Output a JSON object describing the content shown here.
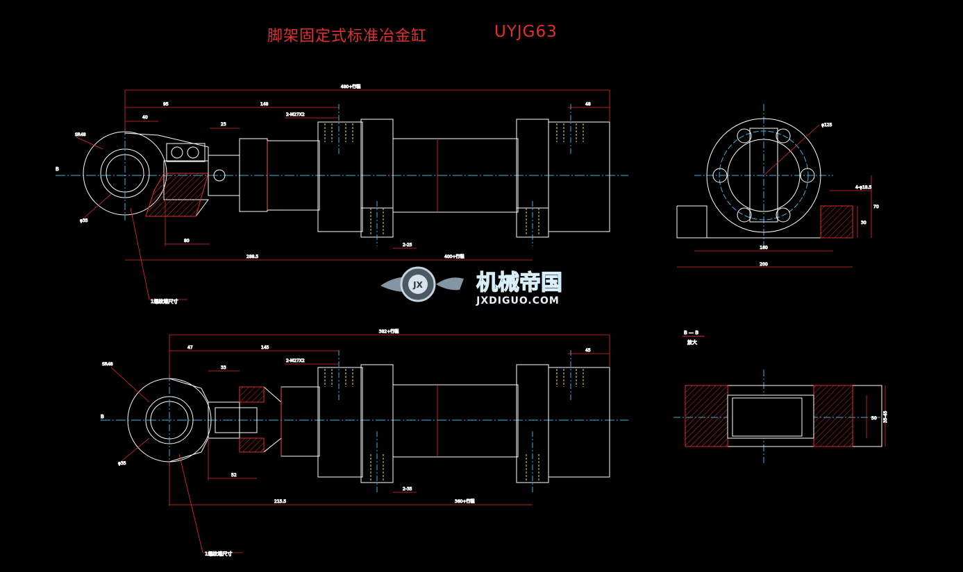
{
  "drawing": {
    "title_cn": "脚架固定式标准冶金缸",
    "model": "UYJG63",
    "section_label": "B — B",
    "section_scale": "放大",
    "view_mark_b": "B",
    "note_top": "1螺纹端尺寸",
    "note_bottom": "1螺纹端尺寸"
  },
  "dims_top": {
    "overall": "480+行程",
    "d40": "40",
    "d95": "95",
    "d148": "148",
    "d23": "23",
    "ports": "2-M27X2",
    "d48": "48",
    "sr": "SR48",
    "phi35": "φ35",
    "d80": "80",
    "d288": "288.5",
    "d225": "2-25",
    "stroke": "400+行程",
    "phi125": "φ125",
    "d4": "4-φ18.5",
    "d70": "70",
    "d30": "30",
    "d160": "160",
    "d200": "200"
  },
  "dims_bottom": {
    "overall": "382+行程",
    "d47": "47",
    "d145": "145",
    "d33": "33",
    "ports": "2-M27X2",
    "d45": "45",
    "sr": "SR48",
    "phi35": "φ35",
    "d52": "52",
    "d215": "215.5",
    "d235": "2-35",
    "stroke": "360+行程",
    "sec_d1": "50",
    "sec_d2": "35-45"
  },
  "watermark": {
    "cn": "机械帝国",
    "url": "JXDIGUO.COM",
    "emblem": "JX"
  },
  "colors": {
    "outline": "#ffffff",
    "dimension": "#e0302c",
    "centerline": "#3fb6e6",
    "hidden": "#e6e64a",
    "hatch": "#e0302c"
  }
}
